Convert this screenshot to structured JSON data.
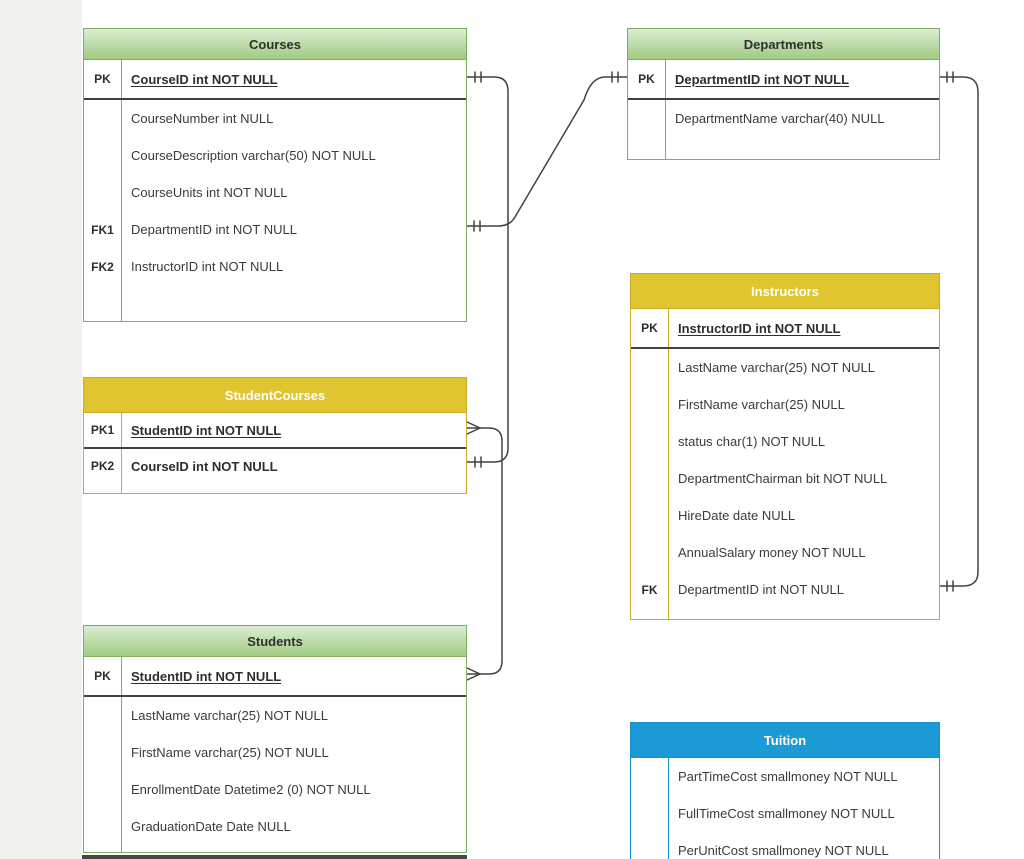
{
  "diagram": {
    "type": "entity-relationship-diagram",
    "notation": "crows-foot",
    "colors": {
      "green_header_top": "#dcedd2",
      "green_header_bottom": "#a0cb82",
      "green_border": "#7fae60",
      "yellow_header": "#e0c430",
      "yellow_border": "#cdaa2a",
      "blue_header": "#1c9ad6",
      "blue_border": "#1b8fc9",
      "connector": "#424242",
      "canvas": "#ffffff",
      "margin_strip": "#f1f1f0"
    }
  },
  "tables": {
    "courses": {
      "title": "Courses",
      "theme": "green",
      "rows": [
        {
          "key": "PK",
          "text": "CourseID int NOT NULL",
          "style": "pk"
        },
        {
          "key": "",
          "text": "CourseNumber int NULL"
        },
        {
          "key": "",
          "text": "CourseDescription varchar(50) NOT NULL"
        },
        {
          "key": "",
          "text": "CourseUnits int NOT NULL"
        },
        {
          "key": "FK1",
          "text": "DepartmentID int NOT NULL"
        },
        {
          "key": "FK2",
          "text": "InstructorID int NOT NULL"
        }
      ]
    },
    "departments": {
      "title": "Departments",
      "theme": "green",
      "rows": [
        {
          "key": "PK",
          "text": "DepartmentID int NOT NULL",
          "style": "pk"
        },
        {
          "key": "",
          "text": "DepartmentName varchar(40) NULL"
        }
      ]
    },
    "studentcourses": {
      "title": "StudentCourses",
      "theme": "yellow",
      "rows": [
        {
          "key": "PK1",
          "text": "StudentID int NOT NULL",
          "style": "pk"
        },
        {
          "key": "PK2",
          "text": "CourseID int NOT NULL",
          "style": "pk2"
        }
      ]
    },
    "instructors": {
      "title": "Instructors",
      "theme": "yellow",
      "rows": [
        {
          "key": "PK",
          "text": "InstructorID int NOT NULL",
          "style": "pk"
        },
        {
          "key": "",
          "text": "LastName varchar(25) NOT NULL"
        },
        {
          "key": "",
          "text": "FirstName varchar(25) NULL"
        },
        {
          "key": "",
          "text": "status char(1) NOT NULL"
        },
        {
          "key": "",
          "text": "DepartmentChairman bit NOT NULL"
        },
        {
          "key": "",
          "text": "HireDate date NULL"
        },
        {
          "key": "",
          "text": "AnnualSalary money NOT NULL"
        },
        {
          "key": "FK",
          "text": "DepartmentID int NOT NULL"
        }
      ]
    },
    "students": {
      "title": "Students",
      "theme": "green",
      "rows": [
        {
          "key": "PK",
          "text": "StudentID int NOT NULL",
          "style": "pk"
        },
        {
          "key": "",
          "text": "LastName varchar(25) NOT NULL"
        },
        {
          "key": "",
          "text": "FirstName varchar(25) NOT NULL"
        },
        {
          "key": "",
          "text": "EnrollmentDate Datetime2 (0) NOT NULL"
        },
        {
          "key": "",
          "text": "GraduationDate Date NULL"
        }
      ]
    },
    "tuition": {
      "title": "Tuition",
      "theme": "blue",
      "rows": [
        {
          "key": "",
          "text": "PartTimeCost smallmoney NOT NULL"
        },
        {
          "key": "",
          "text": "FullTimeCost smallmoney NOT NULL"
        },
        {
          "key": "",
          "text": "PerUnitCost smallmoney NOT NULL"
        }
      ]
    }
  },
  "relationships": [
    {
      "from": "Courses.CourseID",
      "to": "StudentCourses.CourseID",
      "from_end": "one",
      "to_end": "one"
    },
    {
      "from": "StudentCourses.StudentID",
      "to": "Students.StudentID",
      "from_end": "many",
      "to_end": "many"
    },
    {
      "from": "Courses.DepartmentID",
      "to": "Departments.DepartmentID",
      "from_end": "one",
      "to_end": "one"
    },
    {
      "from": "Departments.DepartmentID",
      "to": "Instructors.DepartmentID",
      "from_end": "one",
      "to_end": "one"
    }
  ]
}
